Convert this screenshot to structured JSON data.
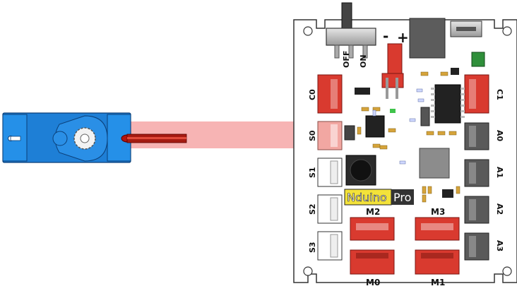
{
  "switch": {
    "off_label": "OFF",
    "on_label": "ON"
  },
  "power": {
    "minus": "-",
    "plus": "+"
  },
  "ports_left": [
    "C0",
    "S0",
    "S1",
    "S2",
    "S3"
  ],
  "ports_right": [
    "C1",
    "A0",
    "A1",
    "A2",
    "A3"
  ],
  "motors": {
    "m2": "M2",
    "m3": "M3",
    "m0": "M0",
    "m1": "M1"
  },
  "brand": {
    "part1": "Nduino",
    "part2": "Pro"
  },
  "colors": {
    "servo_blue": "#1e7fd6",
    "connector_red": "#d93a2f",
    "connector_pink": "#f2a7a2",
    "connector_gray": "#5a5a5a",
    "wire_highlight": "#f7b4b4",
    "brand_yellow": "#f3e23a"
  }
}
